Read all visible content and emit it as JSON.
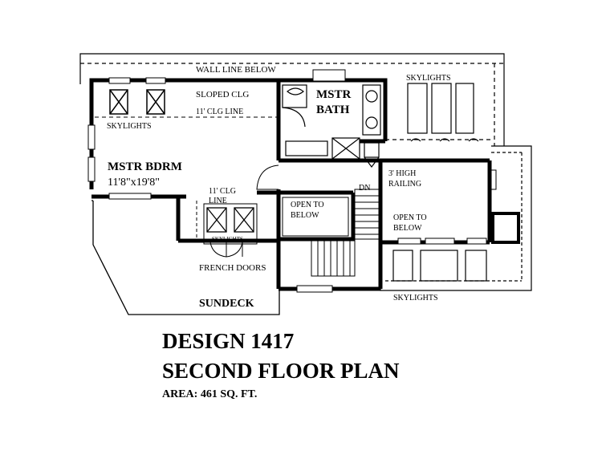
{
  "plan": {
    "labels": {
      "wall_line_below": "WALL LINE BELOW",
      "sloped_clg": "SLOPED CLG",
      "clg_line_11": "11' CLG LINE",
      "skylights_left": "SKYLIGHTS",
      "mstr_bdrm": "MSTR BDRM",
      "mstr_bdrm_dims": "11'8\"x19'8\"",
      "clg_line_11_small_1": "11' CLG",
      "clg_line_11_small_2": "LINE",
      "skylights_small": "SKYLIGHTS",
      "french_doors": "FRENCH DOORS",
      "sundeck": "SUNDECK",
      "mstr_bath_1": "MSTR",
      "mstr_bath_2": "BATH",
      "dn": "DN",
      "open_to_below_left_1": "OPEN TO",
      "open_to_below_left_2": "BELOW",
      "railing_1": "3' HIGH",
      "railing_2": "RAILING",
      "open_to_below_right_1": "OPEN TO",
      "open_to_below_right_2": "BELOW",
      "skylights_top": "SKYLIGHTS",
      "skylights_bottom": "SKYLIGHTS"
    }
  },
  "caption": {
    "design": "DESIGN 1417",
    "floor": "SECOND FLOOR PLAN",
    "area": "AREA: 461 SQ. FT."
  }
}
